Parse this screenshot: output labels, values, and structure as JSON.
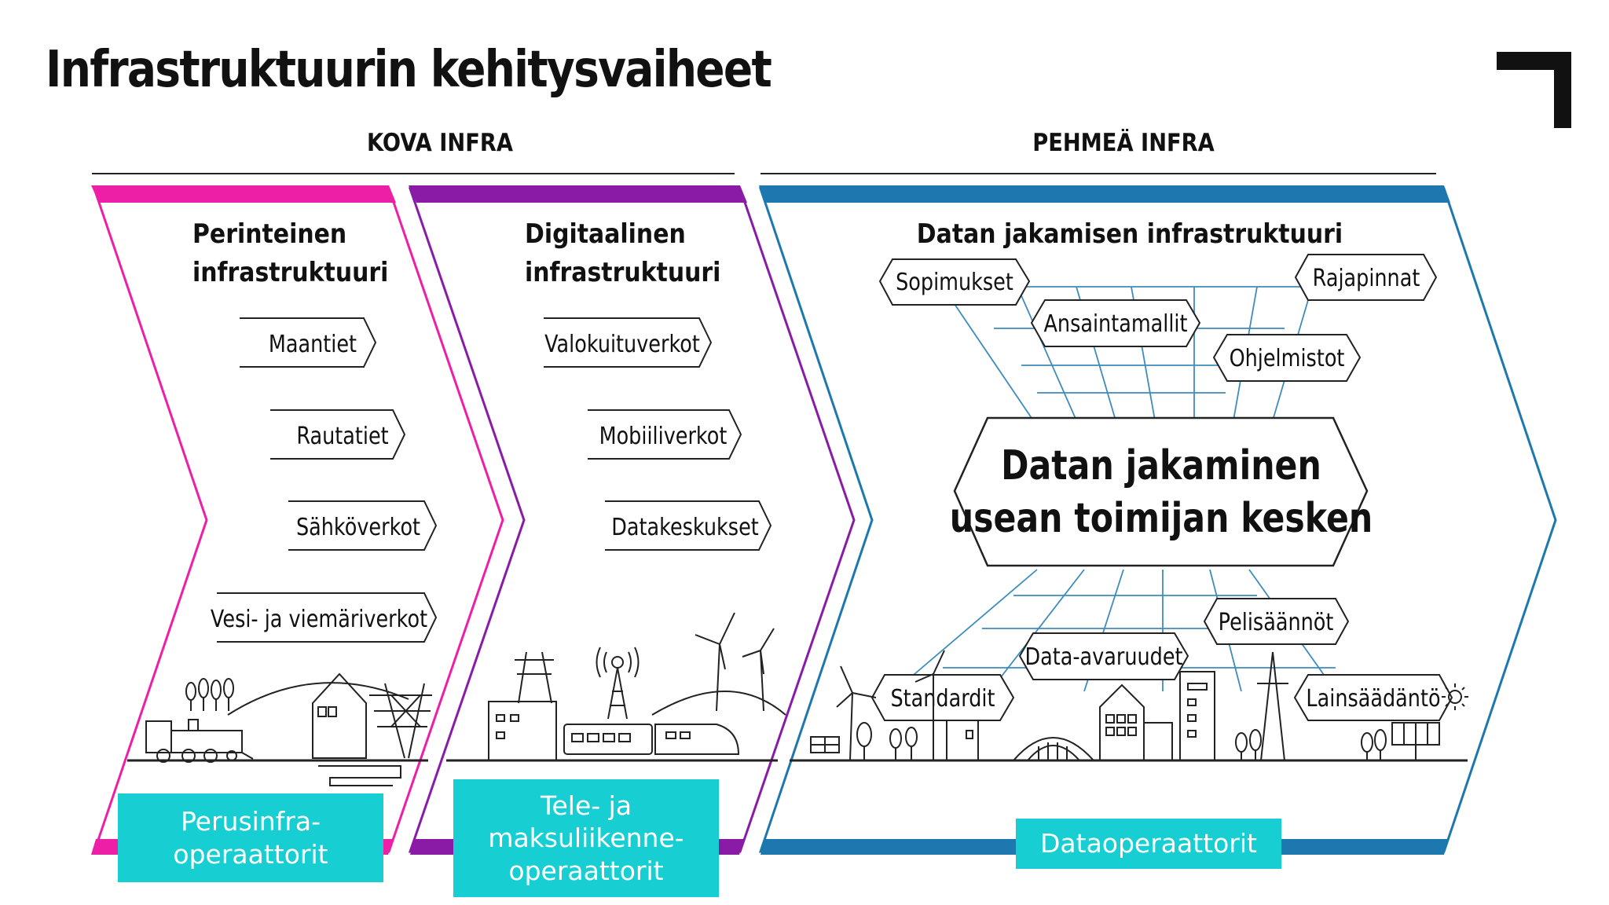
{
  "title": "Infrastruktuurin kehitysvaiheet",
  "sections": {
    "hard": "KOVA INFRA",
    "soft": "PEHMEÄ  INFRA"
  },
  "colors": {
    "magenta": "#ee1fa7",
    "purple": "#8a1ba6",
    "blue": "#1d78b0",
    "teal": "#17cfd2"
  },
  "stages": [
    {
      "heading": [
        "Perinteinen",
        "infrastruktuuri"
      ],
      "items": [
        "Maantiet",
        "Rautatiet",
        "Sähköverkot",
        "Vesi- ja viemäriverkot"
      ],
      "operator": [
        "Perusinfra-",
        "operaattorit"
      ]
    },
    {
      "heading": [
        "Digitaalinen",
        "infrastruktuuri"
      ],
      "items": [
        "Valokuituverkot",
        "Mobiiliverkot",
        "Datakeskukset"
      ],
      "operator": [
        "Tele- ja",
        "maksuliikenne-",
        "operaattorit"
      ]
    },
    {
      "heading": [
        "Datan jakamisen infrastruktuuri"
      ],
      "center": [
        "Datan jakaminen",
        "usean toimijan kesken"
      ],
      "tags": [
        "Sopimukset",
        "Rajapinnat",
        "Ansaintamallit",
        "Ohjelmistot",
        "Pelisäännöt",
        "Data-avaruudet",
        "Standardit",
        "Lainsäädäntö"
      ],
      "operator": [
        "Dataoperaattorit"
      ]
    }
  ],
  "icons": [
    "logo-corner-icon",
    "steam-train-icon",
    "house-icon",
    "power-pylon-icon",
    "factory-icon",
    "radio-tower-icon",
    "high-speed-train-icon",
    "wind-turbine-icon",
    "solar-panel-icon",
    "sun-icon",
    "arched-building-icon"
  ]
}
